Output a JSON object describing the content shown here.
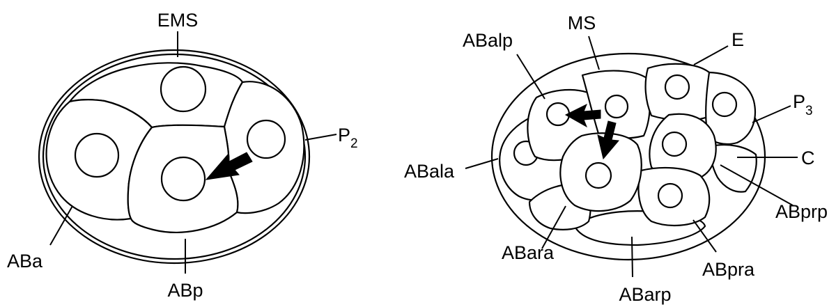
{
  "left_embryo": {
    "labels": {
      "ems": "EMS",
      "p2_main": "P",
      "p2_sub": "2",
      "aba": "ABa",
      "abp": "ABp"
    }
  },
  "right_embryo": {
    "labels": {
      "ms": "MS",
      "abalp": "ABalp",
      "e": "E",
      "p3_main": "P",
      "p3_sub": "3",
      "abala": "ABala",
      "c": "C",
      "abprp": "ABprp",
      "abara": "ABara",
      "abpra": "ABpra",
      "abarp": "ABarp"
    }
  },
  "colors": {
    "stroke": "#000000",
    "fill": "#ffffff"
  }
}
